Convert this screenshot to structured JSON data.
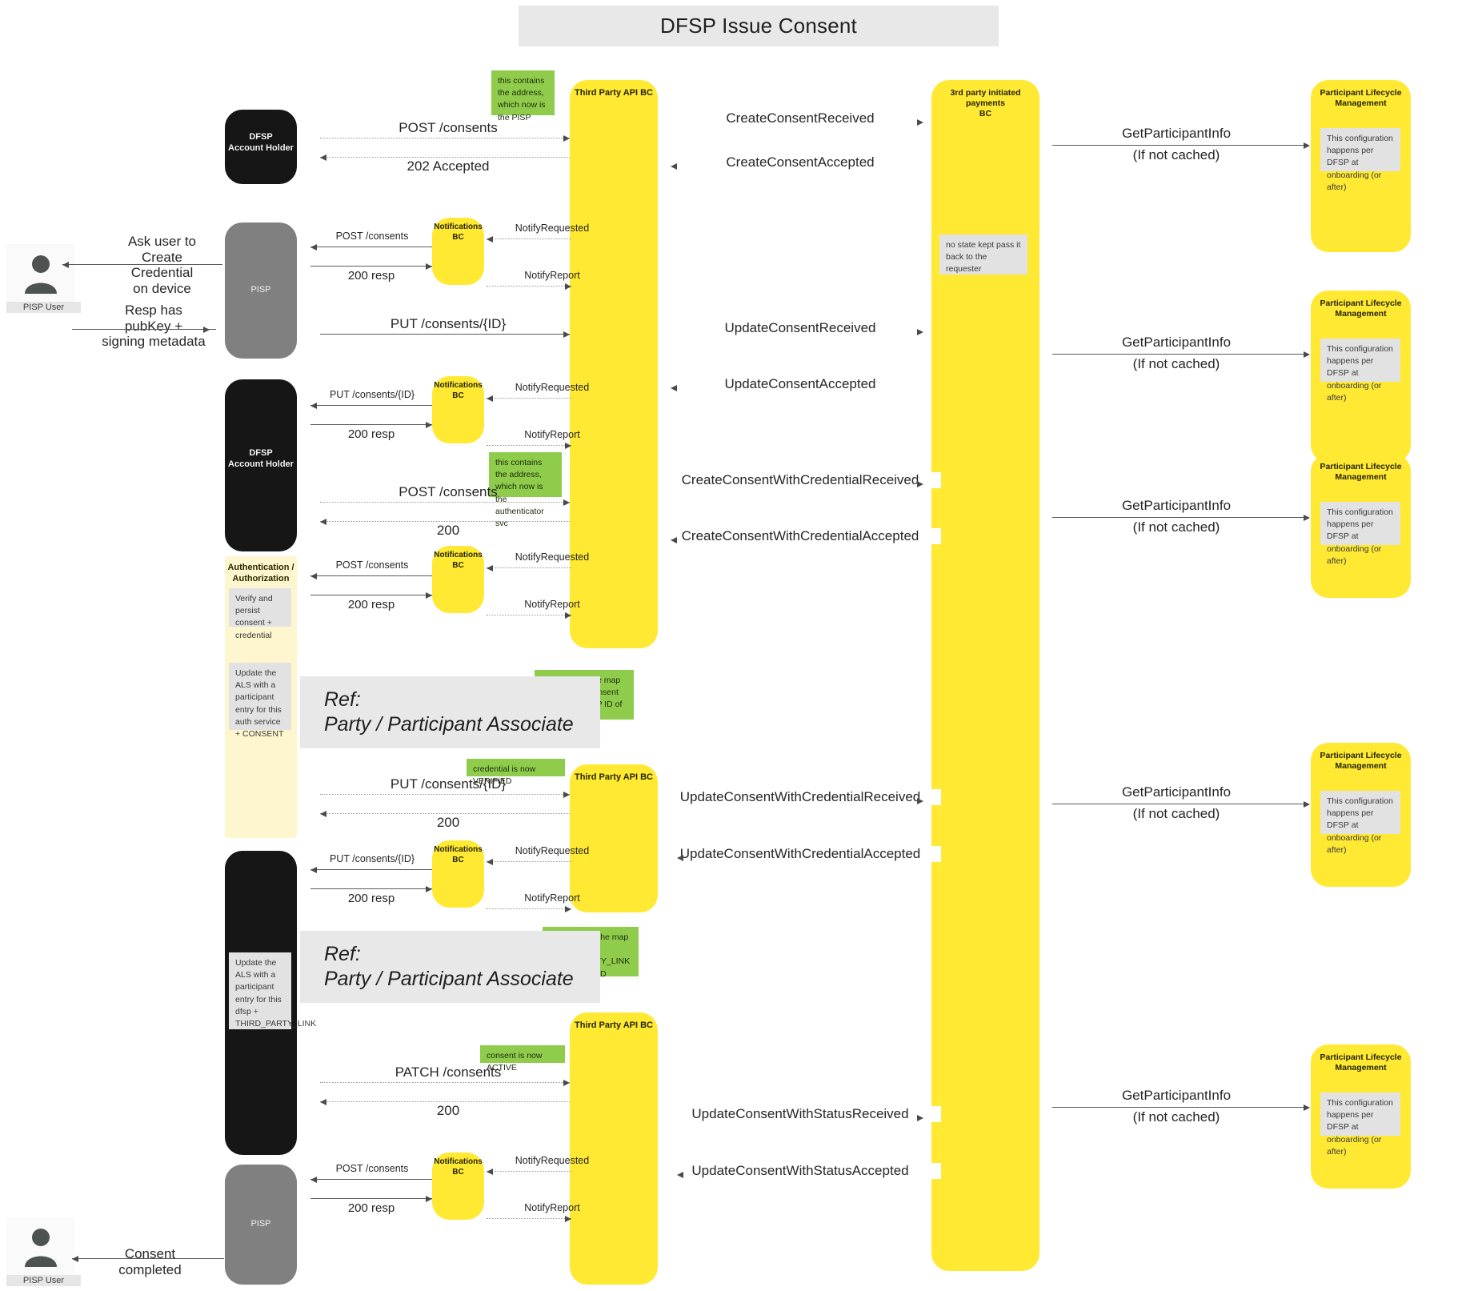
{
  "title": "DFSP Issue Consent",
  "actors": {
    "top_user": {
      "name": "PISP User",
      "icon": "person-icon"
    },
    "bottom_user": {
      "name": "PISP User",
      "icon": "person-icon"
    }
  },
  "lifelines": [
    {
      "id": "dfsp-account-holder-1",
      "label": "DFSP\nAccount Holder",
      "label_l1": "DFSP",
      "label_l2": "Account Holder",
      "style": "dark"
    },
    {
      "id": "pisp-1",
      "label": "PISP",
      "style": "grey"
    },
    {
      "id": "dfsp-account-holder-2",
      "label_l1": "DFSP",
      "label_l2": "Account Holder",
      "style": "dark"
    },
    {
      "id": "auth-authorization",
      "label_l1": "Authentication /",
      "label_l2": "Authorization",
      "style": "cream"
    },
    {
      "id": "dfsp-account-holder-3",
      "label": "",
      "style": "dark"
    },
    {
      "id": "pisp-2",
      "label": "PISP",
      "style": "grey"
    },
    {
      "id": "notifications-bc",
      "label_l1": "Notifications",
      "label_l2": "BC",
      "style": "yellow"
    },
    {
      "id": "third-party-api-bc",
      "label": "Third Party API BC",
      "style": "yellow"
    },
    {
      "id": "third-party-initiated-payments-bc",
      "label_l1": "3rd party initiated payments",
      "label_l2": "BC",
      "style": "yellow"
    },
    {
      "id": "participant-lifecycle-management",
      "label_l1": "Participant Lifecycle",
      "label_l2": "Management",
      "style": "yellow"
    }
  ],
  "labels": {
    "third_party_api_bc": "Third Party API BC",
    "notifications_bc_l1": "Notifications",
    "notifications_bc_l2": "BC",
    "tpip_bc_l1": "3rd party initiated payments",
    "tpip_bc_l2": "BC",
    "plm_l1": "Participant Lifecycle",
    "plm_l2": "Management",
    "dfsp_l1": "DFSP",
    "dfsp_l2": "Account Holder",
    "pisp": "PISP",
    "auth_l1": "Authentication /",
    "auth_l2": "Authorization"
  },
  "notes": {
    "address_pisp": "this contains the address, which now is the PISP",
    "no_state_kept": "no state kept pass it back to the requester",
    "address_authenticator": "this contains the address, which now is the authenticator svc",
    "verify_persist": "Verify and persist consent + credential",
    "update_als_auth": "Update the ALS with a participant entry for this auth service + CONSENT",
    "map_consent_fsp": "this contains the map between the consent (id) and the FSP ID of the auth service",
    "credential_verified": "credential is now VERIFIED",
    "update_als_tpl": "Update the ALS with a participant entry for this dfsp + THIRD_PARTY_LINK",
    "map_tpl_fsp": "this contains the map between the THIRD_PARTY_LINK and the FSP ID",
    "consent_active": "consent is now ACTIVE",
    "plm_config": "This configuration happens per DFSP at onboarding (or after)"
  },
  "ref_frames": [
    {
      "line1": "Ref:",
      "line2": "Party / Participant Associate"
    },
    {
      "line1": "Ref:",
      "line2": "Party / Participant Associate"
    }
  ],
  "messages": {
    "ask_user_create_credential": "Ask user to\nCreate\nCredential\non device",
    "ask_user_l1": "Ask user to",
    "ask_user_l2": "Create",
    "ask_user_l3": "Credential",
    "ask_user_l4": "on device",
    "resp_has_l1": "Resp has",
    "resp_has_l2": "pubKey +",
    "resp_has_l3": "signing metadata",
    "post_consents": "POST /consents",
    "accepted_202": "202 Accepted",
    "resp_200": "200 resp",
    "resp_200_plain": "200",
    "put_consents_id": "PUT /consents/{ID}",
    "patch_consents": "PATCH /consents",
    "notify_requested": "NotifyRequested",
    "notify_report": "NotifyReport",
    "create_consent_received": "CreateConsentReceived",
    "create_consent_accepted": "CreateConsentAccepted",
    "update_consent_received": "UpdateConsentReceived",
    "update_consent_accepted": "UpdateConsentAccepted",
    "create_consent_with_credential_received": "CreateConsentWithCredentialReceived",
    "create_consent_with_credential_accepted": "CreateConsentWithCredentialAccepted",
    "update_consent_with_credential_received": "UpdateConsentWithCredentialReceived",
    "update_consent_with_credential_accepted": "UpdateConsentWithCredentialAccepted",
    "update_consent_with_status_received": "UpdateConsentWithStatusReceived",
    "update_consent_with_status_accepted": "UpdateConsentWithStatusAccepted",
    "get_participant_info": "GetParticipantInfo",
    "if_not_cached": "(If not cached)",
    "consent_completed_l1": "Consent",
    "consent_completed_l2": "completed"
  },
  "colors": {
    "yellow": "#ffe933",
    "green_note": "#8fcc4c",
    "grey_note": "#e2e2e2",
    "dark_lifeline": "#161616",
    "grey_lifeline": "#808080",
    "cream_lifeline": "#fdf6cf",
    "title_band": "#e8e8e8"
  }
}
